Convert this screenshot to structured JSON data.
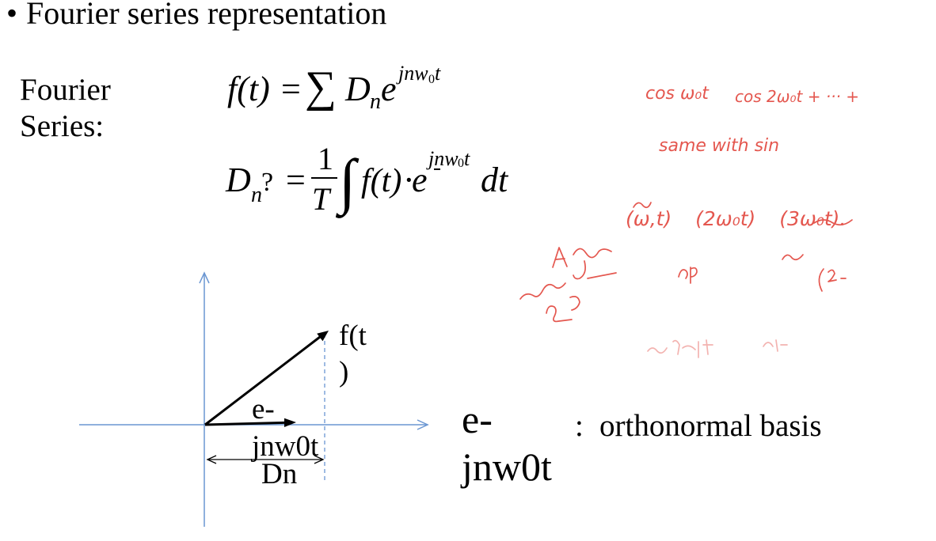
{
  "slide": {
    "bullet": "•",
    "title": "Fourier series representation",
    "label_line1": "Fourier",
    "label_line2": "Series:"
  },
  "equation_series": {
    "lhs": "f(t)",
    "equals": "=",
    "sum": "∑",
    "coef": "D",
    "coef_sub": "n",
    "base": "e",
    "exp_main": "jnw",
    "exp_sub": "0",
    "exp_tail": "t"
  },
  "equation_coefficient": {
    "lhs": "D",
    "lhs_sub": "n",
    "lhs_mark": "?",
    "equals": "=",
    "frac_num": "1",
    "frac_den": "T",
    "integral": "∫",
    "integrand": "f(t)",
    "times": "·",
    "base": "e",
    "exp_main": "jnw",
    "exp_sub": "0",
    "exp_tail": "t",
    "differential": "dt"
  },
  "diagram": {
    "vector_label_line1": "f(t",
    "vector_label_line2": ")",
    "basis_label_line1": "e-",
    "basis_label_line2": "jnw0t",
    "projection_label": "Dn",
    "axis_color": "#6a96d2",
    "vector_color": "#000000"
  },
  "basis_note": {
    "symbol_line1": "e-",
    "symbol_line2": "jnw0t",
    "colon": ":",
    "description": "orthonormal basis"
  },
  "handwritten_notes": {
    "color": "#e4574f",
    "note1": "cos ω₀t",
    "note2": "cos 2ω₀t + ··· +",
    "note3": "same with sin",
    "note4": "(ω,t) (2ω₀t) (3ω₀t)."
  },
  "colors": {
    "background": "#ffffff",
    "text": "#000000"
  }
}
